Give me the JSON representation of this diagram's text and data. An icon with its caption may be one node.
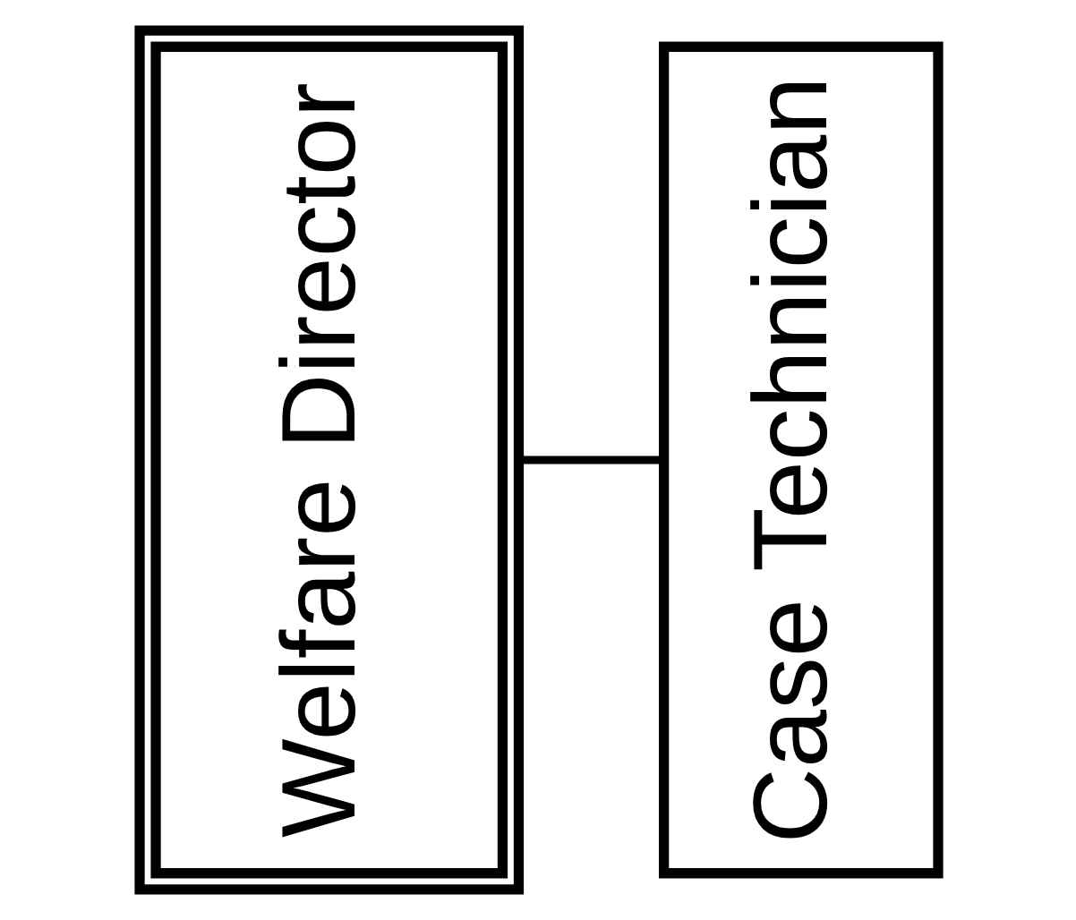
{
  "diagram": {
    "nodes": [
      {
        "text": [
          "Welfare Director"
        ]
      },
      {
        "text": [
          "Case Technician"
        ]
      }
    ],
    "edges": [
      {
        "from": 0,
        "to": 1,
        "arrow": "none"
      }
    ]
  }
}
